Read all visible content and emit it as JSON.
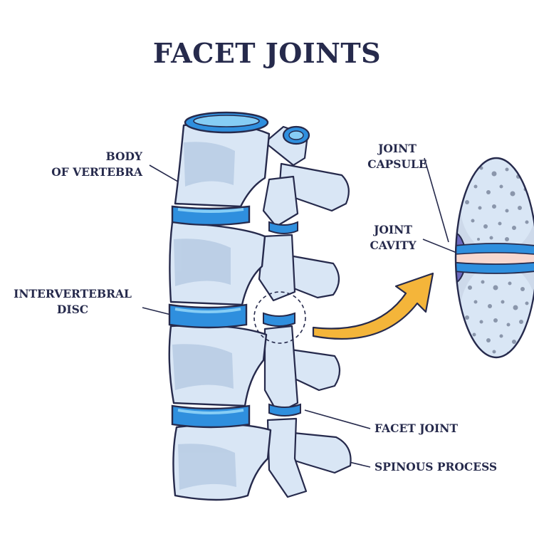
{
  "title": "FACET JOINTS",
  "labels": {
    "body_of_vertebra": [
      "BODY",
      "OF VERTEBRA"
    ],
    "intervertebral_disc": [
      "INTERVERTEBRAL",
      "DISC"
    ],
    "joint_capsule": [
      "JOINT",
      "CAPSULE"
    ],
    "joint_cavity": [
      "JOINT",
      "CAVITY"
    ],
    "facet_joint": "FACET JOINT",
    "spinous_process": "SPINOUS PROCESS"
  },
  "colors": {
    "bone": "#d9e6f5",
    "bone_shade": "#b3c8e2",
    "outline": "#262a4c",
    "disc": "#2f8fde",
    "disc_light": "#86cdf5",
    "capsule": "#6e6bbf",
    "cavity": "#f8d8d0",
    "arrow": "#f4b53a",
    "spongy": "#8a96ab"
  }
}
